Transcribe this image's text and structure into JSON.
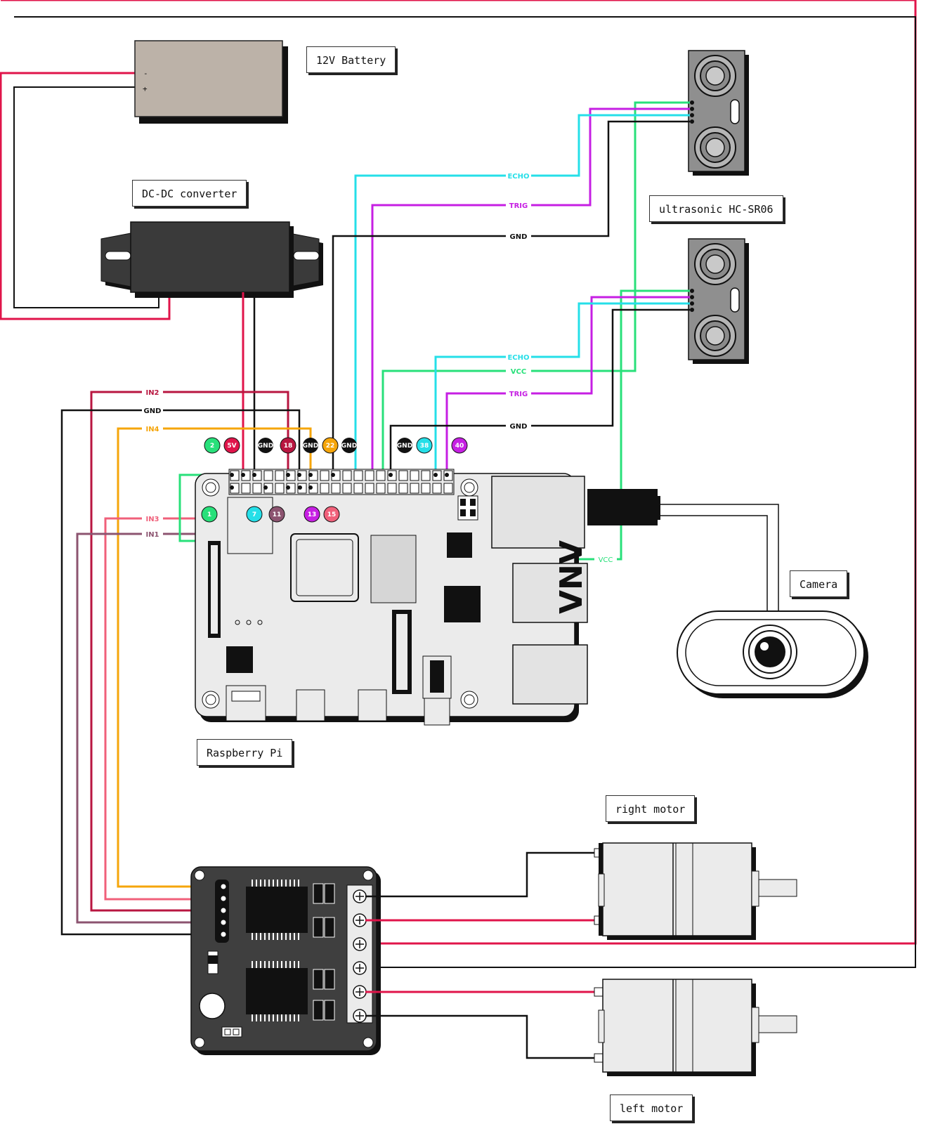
{
  "components": {
    "battery": {
      "label": "12V Battery",
      "minus": "-",
      "plus": "+"
    },
    "converter": {
      "label": "DC-DC converter"
    },
    "ultrasonic": {
      "label": "ultrasonic HC-SR06"
    },
    "camera": {
      "label": "Camera"
    },
    "raspberry_pi": {
      "label": "Raspberry Pi",
      "logo": "VNV"
    },
    "right_motor": {
      "label": "right motor"
    },
    "left_motor": {
      "label": "left motor"
    }
  },
  "wires": {
    "echo_top": "ECHO",
    "trig_top": "TRIG",
    "gnd_top": "GND",
    "echo_bottom": "ECHO",
    "vcc_bottom": "VCC",
    "trig_bottom": "TRIG",
    "gnd_bottom": "GND",
    "in2": "IN2",
    "gnd_driver": "GND",
    "in4": "IN4",
    "in3": "IN3",
    "in1": "IN1",
    "vcc_pi": "VCC"
  },
  "pins_top": [
    "2",
    "5V",
    "GND",
    "18",
    "GND",
    "22",
    "GND",
    "GND",
    "38",
    "40"
  ],
  "pins_bottom": [
    "1",
    "7",
    "11",
    "13",
    "15"
  ],
  "colors": {
    "red": "#e0144a",
    "black": "#111111",
    "cyan": "#25dfe8",
    "purple": "#c61fe3",
    "green": "#28e07a",
    "orange": "#f5a50a",
    "crimson": "#b81640",
    "pink": "#f0607a",
    "mauve": "#8c5470",
    "brown": "#7a5468"
  }
}
